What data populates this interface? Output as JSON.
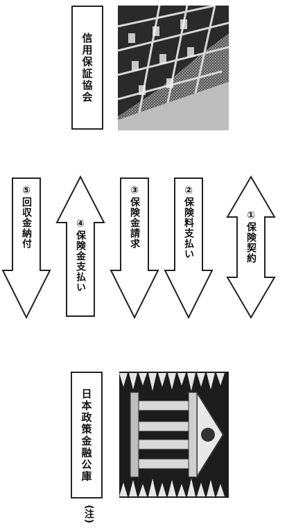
{
  "top_entity": {
    "label": "信用保証協会",
    "image_icon": "office-building-photo"
  },
  "bottom_entity": {
    "label": "日本政策金融公庫",
    "image_icon": "classical-building-illustration"
  },
  "note": "(注)",
  "arrows": [
    {
      "id": "hoken-keiyaku",
      "label": "①保険契約",
      "direction": "both"
    },
    {
      "id": "hokenryo-shiharai",
      "label": "②保険料支払い",
      "direction": "down"
    },
    {
      "id": "hokenkin-seikyu",
      "label": "③保険金請求",
      "direction": "down"
    },
    {
      "id": "hokenkin-shiharai",
      "label": "④保険金支払い",
      "direction": "up"
    },
    {
      "id": "kaishukin-nofu",
      "label": "⑤回収金納付",
      "direction": "down"
    }
  ]
}
